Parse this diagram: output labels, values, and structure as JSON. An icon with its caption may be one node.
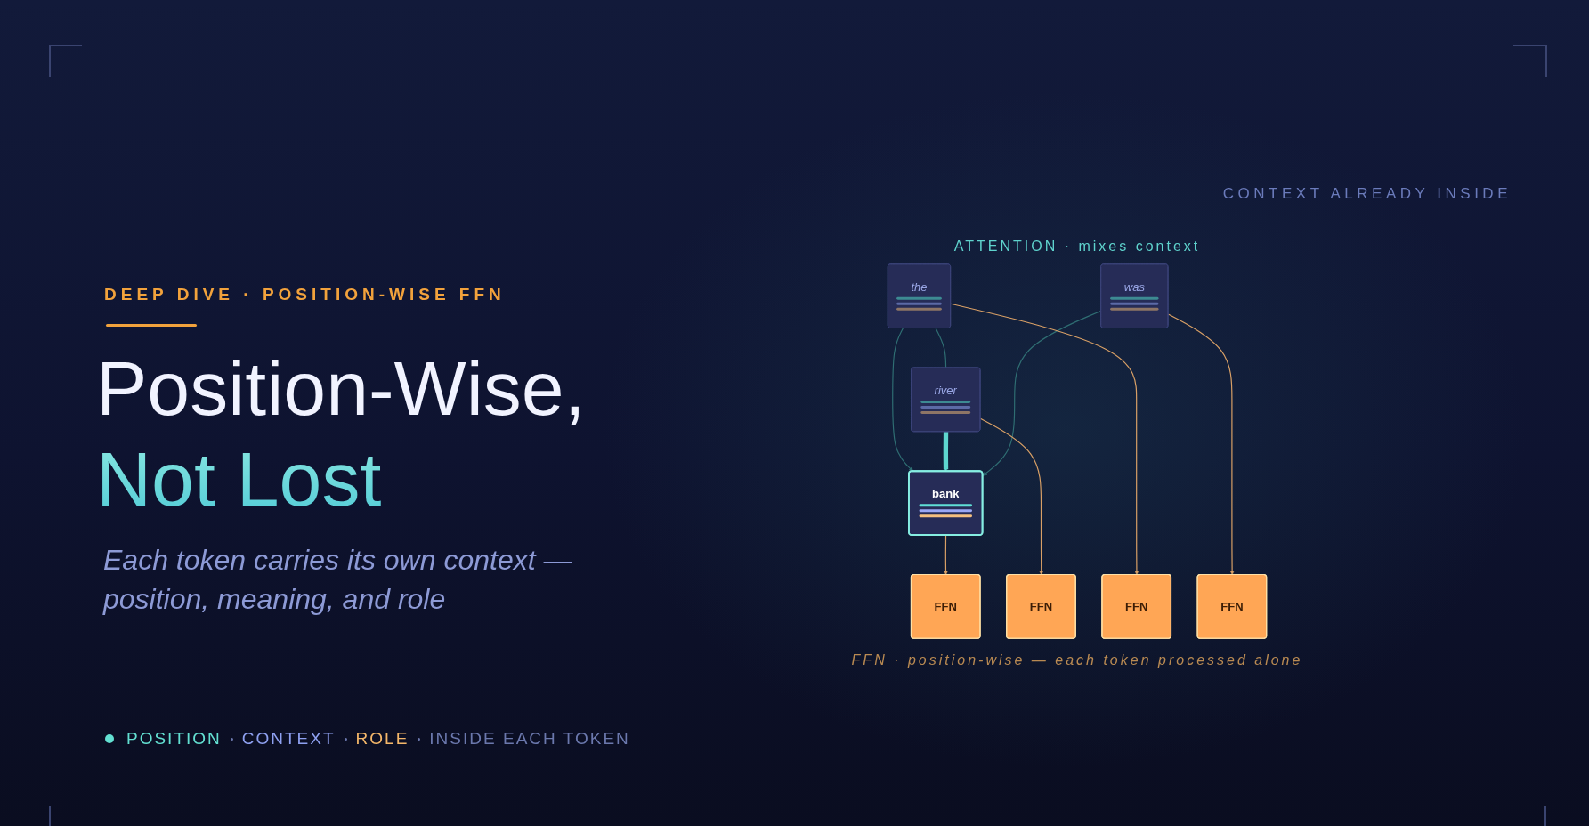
{
  "diagram": {
    "title": "Position-Wise, Not Lost",
    "nodes": [
      {
        "text": [
          "the"
        ]
      },
      {
        "text": [
          "river"
        ]
      },
      {
        "text": [
          "bank"
        ]
      },
      {
        "text": [
          "was"
        ]
      },
      {
        "text": [
          "FFN"
        ]
      },
      {
        "text": [
          "FFN"
        ]
      },
      {
        "text": [
          "FFN"
        ]
      },
      {
        "text": [
          "FFN"
        ]
      }
    ],
    "edges": [
      {
        "from": 0,
        "to": 1,
        "arrow": "none",
        "color": "#2f6e73"
      },
      {
        "from": 0,
        "to": 2,
        "arrow": "to",
        "color": "#2f6e73"
      },
      {
        "from": 1,
        "to": 2,
        "arrow": "to",
        "style": "thick",
        "color": "#5ed6cf"
      },
      {
        "from": 3,
        "to": 2,
        "arrow": "to",
        "color": "#2f6e73"
      },
      {
        "from": 0,
        "to": 4,
        "arrow": "to"
      },
      {
        "from": 1,
        "to": 5,
        "arrow": "to"
      },
      {
        "from": 2,
        "to": 6,
        "arrow": "to"
      },
      {
        "from": 3,
        "to": 7,
        "arrow": "to"
      }
    ],
    "labels": [
      "CONTEXT ALREADY INSIDE",
      "ATTENTION · mixes context",
      "DEEP DIVE · POSITION-WISE FFN",
      "Each token carries its own context — position, meaning, and role",
      "FFN · position-wise — each token processed alone",
      "POSITION",
      "CONTEXT",
      "ROLE",
      "INSIDE EACH TOKEN"
    ]
  }
}
